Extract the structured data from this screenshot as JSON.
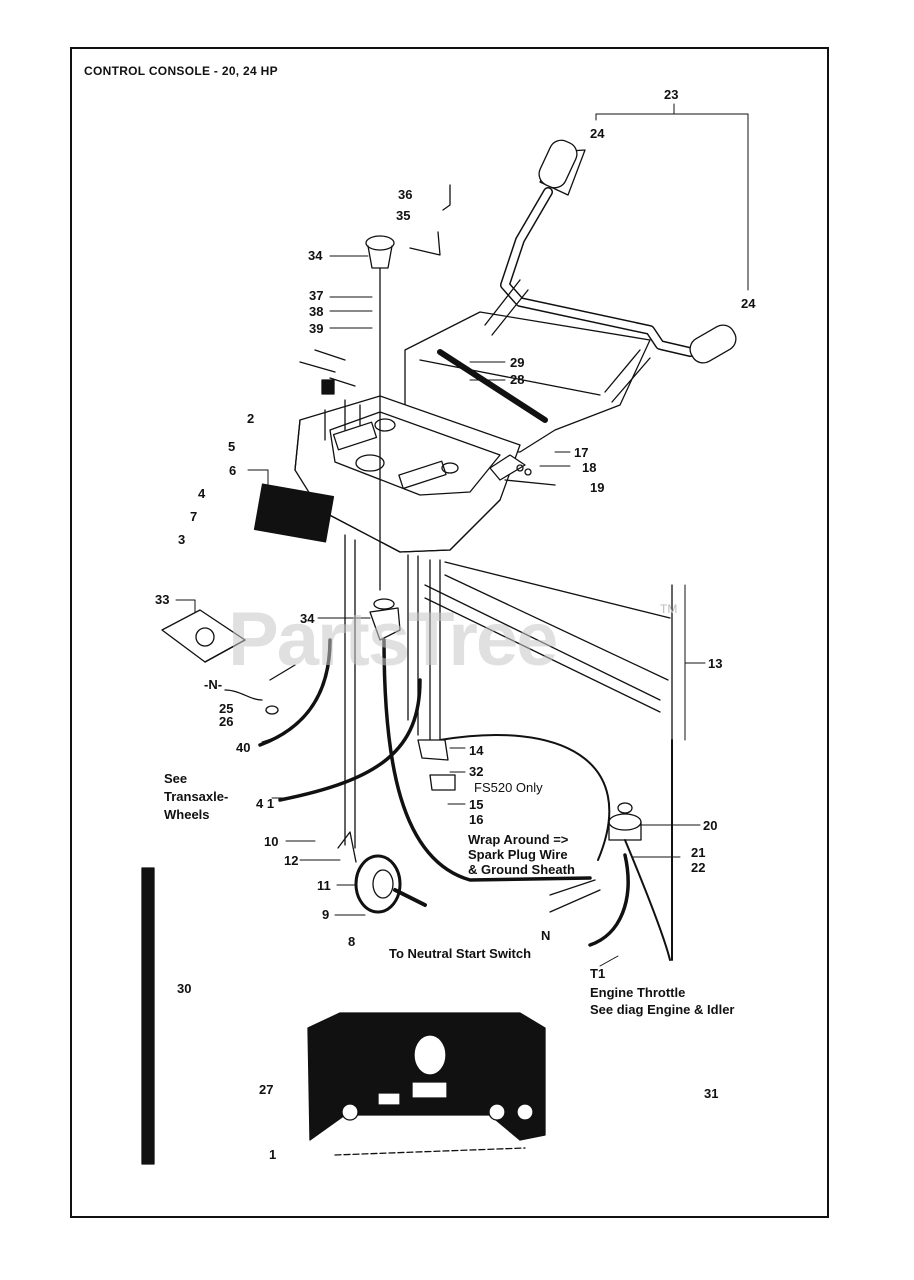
{
  "title": "CONTROL  CONSOLE - 20, 24 HP",
  "watermark": "PartsTree",
  "watermark_tm": "TM",
  "part_labels": [
    {
      "id": "23",
      "text": "23"
    },
    {
      "id": "24a",
      "text": "24"
    },
    {
      "id": "36",
      "text": "36"
    },
    {
      "id": "35",
      "text": "35"
    },
    {
      "id": "34a",
      "text": "34"
    },
    {
      "id": "24b",
      "text": "24"
    },
    {
      "id": "37",
      "text": "37"
    },
    {
      "id": "38",
      "text": "38"
    },
    {
      "id": "39",
      "text": "39"
    },
    {
      "id": "29",
      "text": "29"
    },
    {
      "id": "28",
      "text": "28"
    },
    {
      "id": "2",
      "text": "2"
    },
    {
      "id": "5",
      "text": "5"
    },
    {
      "id": "6",
      "text": "6"
    },
    {
      "id": "17",
      "text": "17"
    },
    {
      "id": "18",
      "text": "18"
    },
    {
      "id": "19",
      "text": "19"
    },
    {
      "id": "4",
      "text": "4"
    },
    {
      "id": "7",
      "text": "7"
    },
    {
      "id": "3",
      "text": "3"
    },
    {
      "id": "33",
      "text": "33"
    },
    {
      "id": "34b",
      "text": "34"
    },
    {
      "id": "13",
      "text": "13"
    },
    {
      "id": "N1",
      "text": "-N-"
    },
    {
      "id": "25",
      "text": "25"
    },
    {
      "id": "26",
      "text": "26"
    },
    {
      "id": "40",
      "text": "40"
    },
    {
      "id": "14",
      "text": "14"
    },
    {
      "id": "32",
      "text": "32"
    },
    {
      "id": "41",
      "text": "4 1"
    },
    {
      "id": "15",
      "text": "15"
    },
    {
      "id": "16",
      "text": "16"
    },
    {
      "id": "20",
      "text": "20"
    },
    {
      "id": "10",
      "text": "10"
    },
    {
      "id": "12",
      "text": "12"
    },
    {
      "id": "21",
      "text": "21"
    },
    {
      "id": "22",
      "text": "22"
    },
    {
      "id": "11",
      "text": "11"
    },
    {
      "id": "9",
      "text": "9"
    },
    {
      "id": "8",
      "text": "8"
    },
    {
      "id": "N2",
      "text": "N"
    },
    {
      "id": "T1",
      "text": "T1"
    },
    {
      "id": "30",
      "text": "30"
    },
    {
      "id": "27",
      "text": "27"
    },
    {
      "id": "31",
      "text": "31"
    },
    {
      "id": "1",
      "text": "1"
    }
  ],
  "notes": {
    "see_transaxle": [
      "See",
      "Transaxle-",
      "Wheels"
    ],
    "fs520": "FS520 Only",
    "wrap_around": [
      "Wrap Around =>",
      "Spark Plug Wire",
      "& Ground Sheath"
    ],
    "neutral_start": "To Neutral Start Switch",
    "engine_throttle": [
      "Engine Throttle",
      "See diag Engine & Idler"
    ]
  }
}
